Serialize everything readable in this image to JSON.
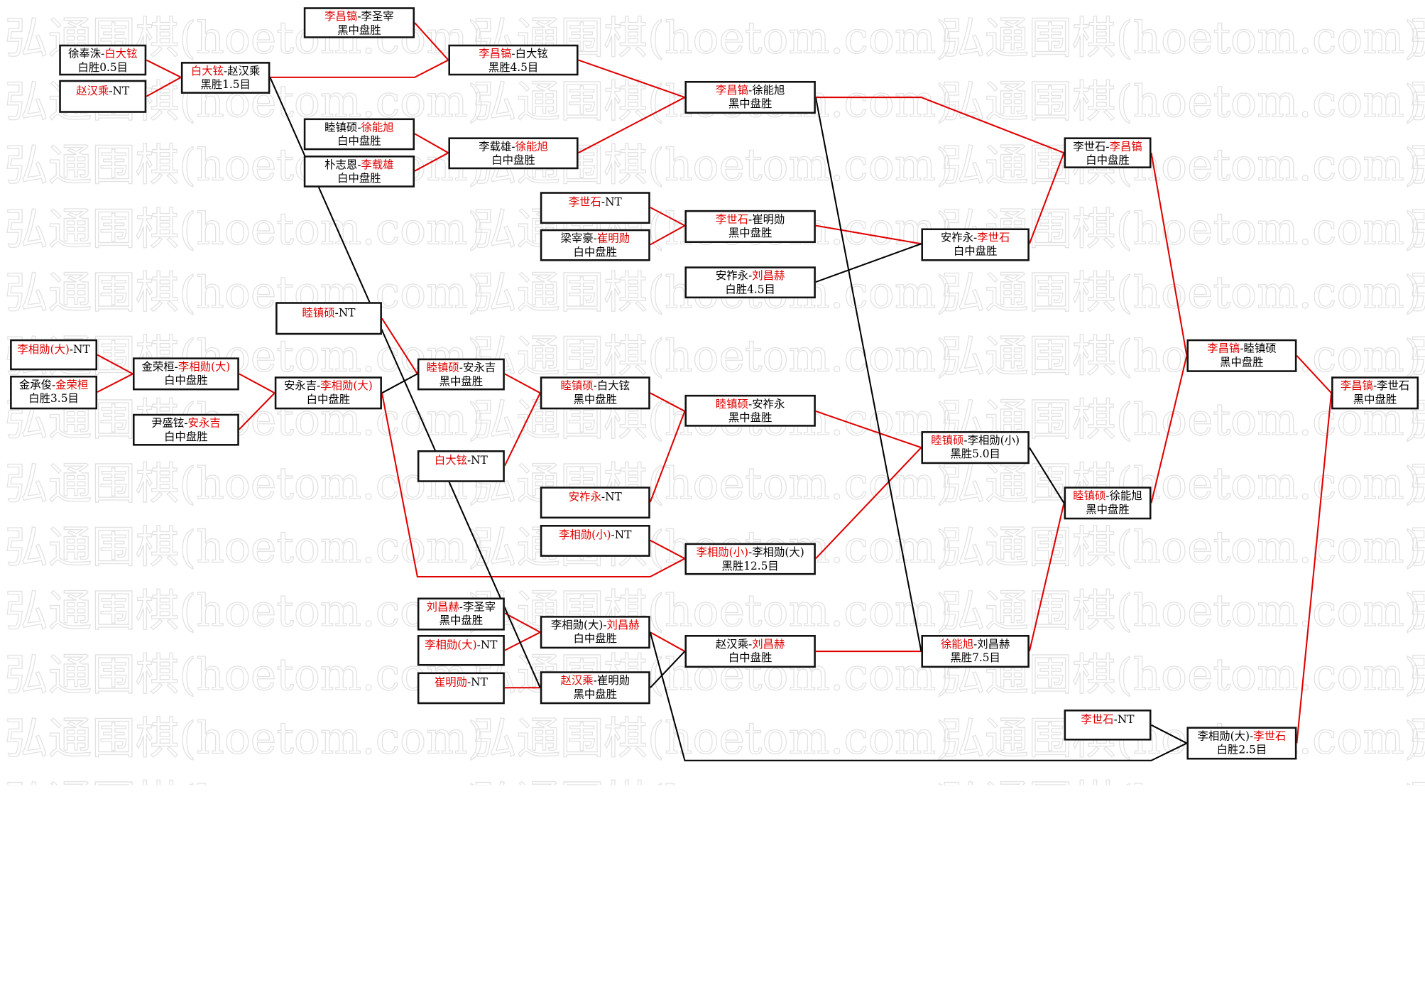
{
  "colors": {
    "win": "#e00000",
    "line_black": "#000000",
    "line_red": "#e00000",
    "watermark": "#d8d8d8"
  },
  "watermark": {
    "text": "弘通围棋(hoetom.com)"
  },
  "boxes": [
    {
      "id": "b1",
      "p1": "徐奉洙",
      "p2": "白大铉",
      "win": 2,
      "res": "白胜0.5目"
    },
    {
      "id": "b2",
      "p1": "赵汉乘",
      "p2": "NT",
      "win": 1,
      "res": ""
    },
    {
      "id": "b3",
      "p1": "白大铉",
      "p2": "赵汉乘",
      "win": 1,
      "res": "黑胜1.5目"
    },
    {
      "id": "b4",
      "p1": "李昌镐",
      "p2": "李圣宰",
      "win": 1,
      "res": "黑中盘胜"
    },
    {
      "id": "b5",
      "p1": "李昌镐",
      "p2": "白大铉",
      "win": 1,
      "res": "黑胜4.5目"
    },
    {
      "id": "b6",
      "p1": "睦镇硕",
      "p2": "徐能旭",
      "win": 2,
      "res": "白中盘胜"
    },
    {
      "id": "b7",
      "p1": "朴志恩",
      "p2": "李载雄",
      "win": 2,
      "res": "白中盘胜"
    },
    {
      "id": "b8",
      "p1": "李载雄",
      "p2": "徐能旭",
      "win": 2,
      "res": "白中盘胜"
    },
    {
      "id": "b9",
      "p1": "李昌镐",
      "p2": "徐能旭",
      "win": 1,
      "res": "黑中盘胜"
    },
    {
      "id": "b10",
      "p1": "李世石",
      "p2": "NT",
      "win": 1,
      "res": ""
    },
    {
      "id": "b11",
      "p1": "梁宰豪",
      "p2": "崔明勋",
      "win": 2,
      "res": "白中盘胜"
    },
    {
      "id": "b12",
      "p1": "李世石",
      "p2": "崔明勋",
      "win": 1,
      "res": "黑中盘胜"
    },
    {
      "id": "b13",
      "p1": "安祚永",
      "p2": "刘昌赫",
      "win": 2,
      "res": "白胜4.5目"
    },
    {
      "id": "b14",
      "p1": "安祚永",
      "p2": "李世石",
      "win": 2,
      "res": "白中盘胜"
    },
    {
      "id": "b15",
      "p1": "李世石",
      "p2": "李昌镐",
      "win": 2,
      "res": "白中盘胜"
    },
    {
      "id": "b16",
      "p1": "睦镇硕",
      "p2": "NT",
      "win": 1,
      "res": ""
    },
    {
      "id": "b17",
      "p1": "李相勋(大)",
      "p2": "NT",
      "win": 1,
      "res": ""
    },
    {
      "id": "b18",
      "p1": "金承俊",
      "p2": "金荣桓",
      "win": 2,
      "res": "白胜3.5目"
    },
    {
      "id": "b19",
      "p1": "金荣桓",
      "p2": "李相勋(大)",
      "win": 2,
      "res": "白中盘胜"
    },
    {
      "id": "b20",
      "p1": "尹盛铉",
      "p2": "安永吉",
      "win": 2,
      "res": "白中盘胜"
    },
    {
      "id": "b21",
      "p1": "安永吉",
      "p2": "李相勋(大)",
      "win": 2,
      "res": "白中盘胜"
    },
    {
      "id": "b22",
      "p1": "睦镇硕",
      "p2": "安永吉",
      "win": 1,
      "res": "黑中盘胜"
    },
    {
      "id": "b23",
      "p1": "白大铉",
      "p2": "NT",
      "win": 1,
      "res": ""
    },
    {
      "id": "b24",
      "p1": "睦镇硕",
      "p2": "白大铉",
      "win": 1,
      "res": "黑中盘胜"
    },
    {
      "id": "b25",
      "p1": "安祚永",
      "p2": "NT",
      "win": 1,
      "res": ""
    },
    {
      "id": "b26",
      "p1": "李相勋(小)",
      "p2": "NT",
      "win": 1,
      "res": ""
    },
    {
      "id": "b27",
      "p1": "睦镇硕",
      "p2": "安祚永",
      "win": 1,
      "res": "黑中盘胜"
    },
    {
      "id": "b28",
      "p1": "李相勋(小)",
      "p2": "李相勋(大)",
      "win": 1,
      "res": "黑胜12.5目"
    },
    {
      "id": "b29",
      "p1": "睦镇硕",
      "p2": "李相勋(小)",
      "win": 1,
      "res": "黑胜5.0目"
    },
    {
      "id": "b30",
      "p1": "睦镇硕",
      "p2": "徐能旭",
      "win": 1,
      "res": "黑中盘胜"
    },
    {
      "id": "b31",
      "p1": "李昌镐",
      "p2": "睦镇硕",
      "win": 1,
      "res": "黑中盘胜"
    },
    {
      "id": "b32",
      "p1": "李昌镐",
      "p2": "李世石",
      "win": 1,
      "res": "黑中盘胜"
    },
    {
      "id": "b33",
      "p1": "刘昌赫",
      "p2": "李圣宰",
      "win": 1,
      "res": "黑中盘胜"
    },
    {
      "id": "b34",
      "p1": "李相勋(大)",
      "p2": "NT",
      "win": 1,
      "res": ""
    },
    {
      "id": "b35",
      "p1": "崔明勋",
      "p2": "NT",
      "win": 1,
      "res": ""
    },
    {
      "id": "b36",
      "p1": "李相勋(大)",
      "p2": "刘昌赫",
      "win": 2,
      "res": "白中盘胜"
    },
    {
      "id": "b37",
      "p1": "赵汉乘",
      "p2": "崔明勋",
      "win": 1,
      "res": "黑中盘胜"
    },
    {
      "id": "b38",
      "p1": "赵汉乘",
      "p2": "刘昌赫",
      "win": 2,
      "res": "白中盘胜"
    },
    {
      "id": "b39",
      "p1": "徐能旭",
      "p2": "刘昌赫",
      "win": 1,
      "res": "黑胜7.5目"
    },
    {
      "id": "b40",
      "p1": "李世石",
      "p2": "NT",
      "win": 1,
      "res": ""
    },
    {
      "id": "b41",
      "p1": "李相勋(大)",
      "p2": "李世石",
      "win": 2,
      "res": "白胜2.5目"
    }
  ]
}
